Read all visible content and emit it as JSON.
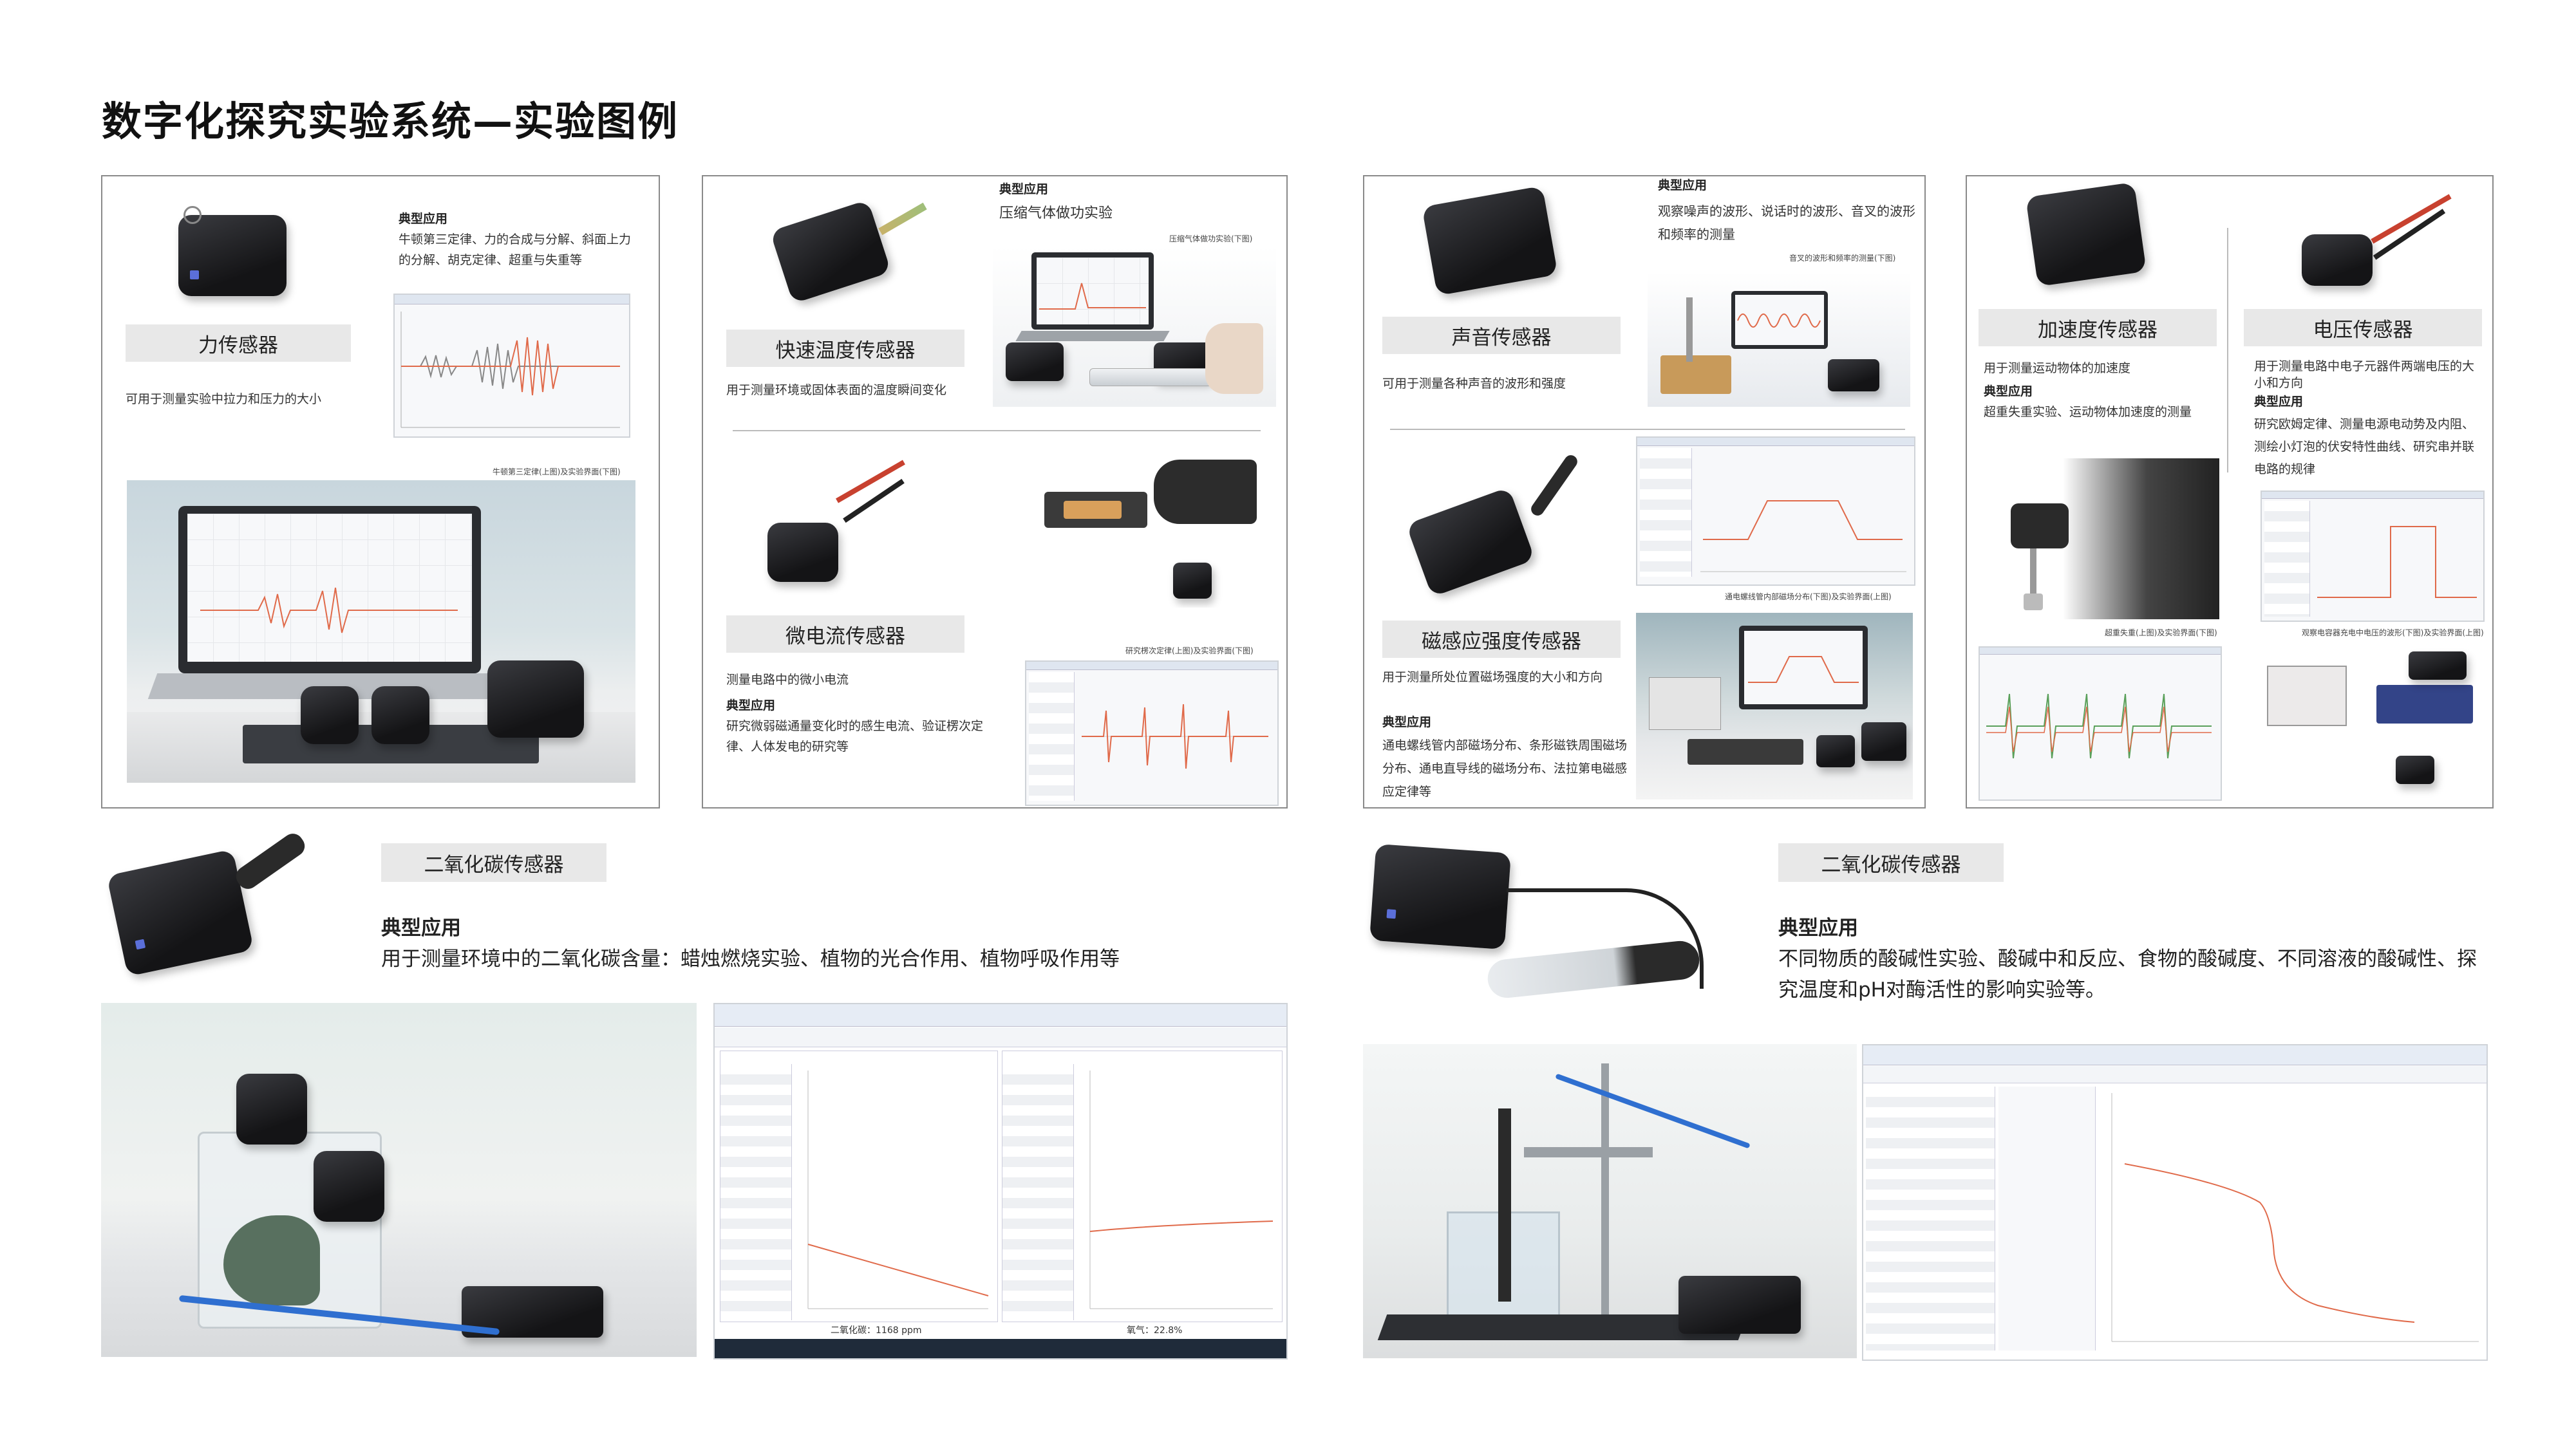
{
  "page_title": "数字化探究实验系统—实验图例",
  "panel1": {
    "label": "力传感器",
    "typical_heading": "典型应用",
    "typical_text": "牛顿第三定律、力的合成与分解、斜面上力的分解、胡克定律、超重与失重等",
    "desc": "可用于测量实验中拉力和压力的大小",
    "caption": "牛顿第三定律(上图)及实验界面(下图)"
  },
  "panel2": {
    "typical_heading": "典型应用",
    "typical_text": "压缩气体做功实验",
    "caption_top": "压缩气体做功实验(下图)",
    "label_a": "快速温度传感器",
    "desc_a": "用于测量环境或固体表面的温度瞬间变化",
    "label_b": "微电流传感器",
    "desc_b": "测量电路中的微小电流",
    "typical_heading_b": "典型应用",
    "typical_text_b": "研究微弱磁通量变化时的感生电流、验证楞次定律、人体发电的研究等",
    "caption_b": "研究楞次定律(上图)及实验界面(下图)"
  },
  "panel3": {
    "typical_heading": "典型应用",
    "typical_text": "观察噪声的波形、说话时的波形、音叉的波形和频率的测量",
    "caption_top": "音叉的波形和频率的测量(下图)",
    "label_a": "声音传感器",
    "desc_a": "可用于测量各种声音的波形和强度",
    "caption_mid": "通电螺线管内部磁场分布(下图)及实验界面(上图)",
    "label_b": "磁感应强度传感器",
    "desc_b": "用于测量所处位置磁场强度的大小和方向",
    "typical_heading_b": "典型应用",
    "typical_text_b": "通电螺线管内部磁场分布、条形磁铁周围磁场分布、通电直导线的磁场分布、法拉第电磁感应定律等"
  },
  "panel4": {
    "label_a": "加速度传感器",
    "desc_a": "用于测量运动物体的加速度",
    "typical_heading_a": "典型应用",
    "typical_text_a": "超重失重实验、运动物体加速度的测量",
    "caption_a": "超重失重(上图)及实验界面(下图)",
    "label_b": "电压传感器",
    "desc_b": "用于测量电路中电子元器件两端电压的大小和方向",
    "typical_heading_b": "典型应用",
    "typical_text_b": "研究欧姆定律、测量电源电动势及内阻、测绘小灯泡的伏安特性曲线、研究串并联电路的规律",
    "caption_b": "观察电容器充电中电压的波形(下图)及实验界面(上图)"
  },
  "co2_left": {
    "label": "二氧化碳传感器",
    "typical_heading": "典型应用",
    "typical_text": "用于测量环境中的二氧化碳含量：蜡烛燃烧实验、植物的光合作用、植物呼吸作用等",
    "readout_a": "二氧化碳：1168 ppm",
    "readout_b": "氧气：22.8%"
  },
  "co2_right": {
    "label": "二氧化碳传感器",
    "typical_heading": "典型应用",
    "typical_text": "不同物质的酸碱性实验、酸碱中和反应、食物的酸碱度、不同溶液的酸碱性、探究温度和pH对酶活性的影响实验等。"
  },
  "colors": {
    "curve_red": "#e06a4a",
    "device_black": "#1c1c1e",
    "label_gray": "#e8e8e8",
    "usb_blue": "#2f6fd0"
  }
}
